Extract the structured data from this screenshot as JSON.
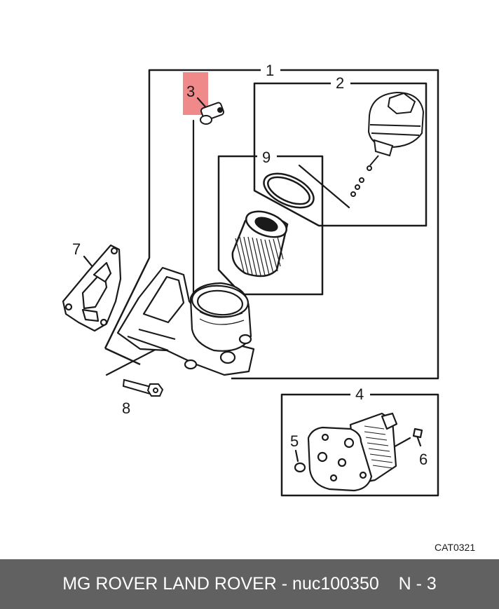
{
  "diagram": {
    "callouts": {
      "c1": "1",
      "c2": "2",
      "c3": "3",
      "c4": "4",
      "c5": "5",
      "c6": "6",
      "c7": "7",
      "c8": "8",
      "c9": "9"
    },
    "catalog_code": "CAT0321",
    "highlight_color": "#f08a8a",
    "line_color": "#1a1a1a"
  },
  "footer": {
    "brand": "MG ROVER LAND ROVER - nuc100350",
    "page": "N - 3",
    "background": "#616161"
  }
}
